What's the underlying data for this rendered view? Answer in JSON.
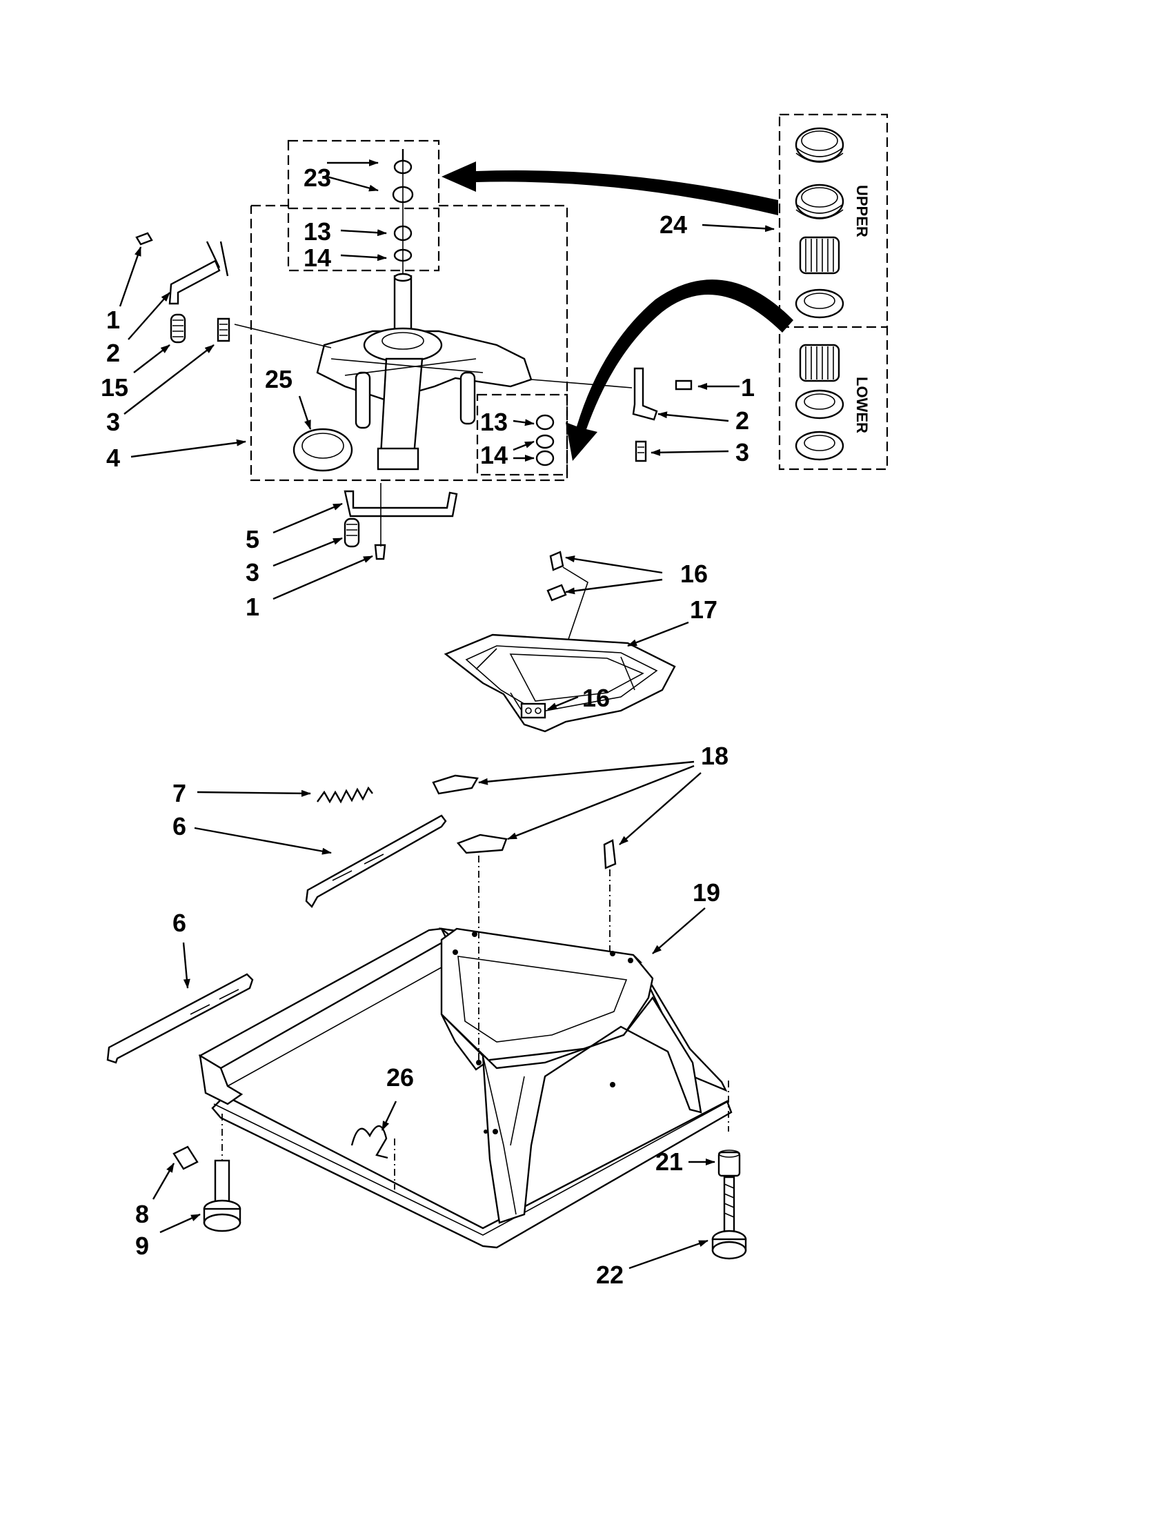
{
  "callouts": {
    "c23": "23",
    "c13a": "13",
    "c14a": "14",
    "c24": "24",
    "c1a": "1",
    "c2a": "2",
    "c15": "15",
    "c3a": "3",
    "c4": "4",
    "c25": "25",
    "c1b": "1",
    "c2b": "2",
    "c3b": "3",
    "c13b": "13",
    "c14b": "14",
    "c5": "5",
    "c3c": "3",
    "c1c": "1",
    "c16a": "16",
    "c17": "17",
    "c16b": "16",
    "c18": "18",
    "c7": "7",
    "c6a": "6",
    "c19": "19",
    "c6b": "6",
    "c26": "26",
    "c21": "21",
    "c8": "8",
    "c9": "9",
    "c22": "22"
  },
  "bearing_kit": {
    "upper_label": "UPPER",
    "lower_label": "LOWER"
  }
}
